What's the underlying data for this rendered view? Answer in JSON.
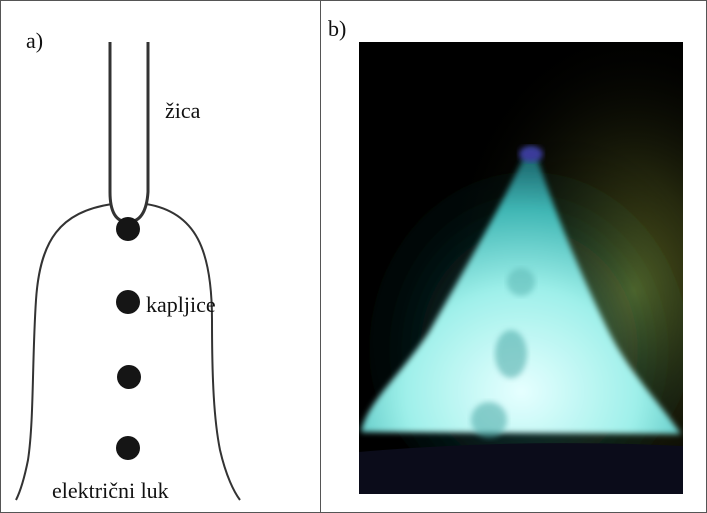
{
  "panels": {
    "a_label": "a)",
    "b_label": "b)"
  },
  "diagram": {
    "wire_label": "žica",
    "droplets_label": "kapljice",
    "arc_label": "električni luk",
    "droplet_count": 4
  },
  "colors": {
    "line": "#333333",
    "droplet": "#151515",
    "plasma_core": "#e6ffff",
    "plasma_mid": "#7fe8e3",
    "plasma_edge": "#1f6e74",
    "glow": "#6f7a2a"
  }
}
